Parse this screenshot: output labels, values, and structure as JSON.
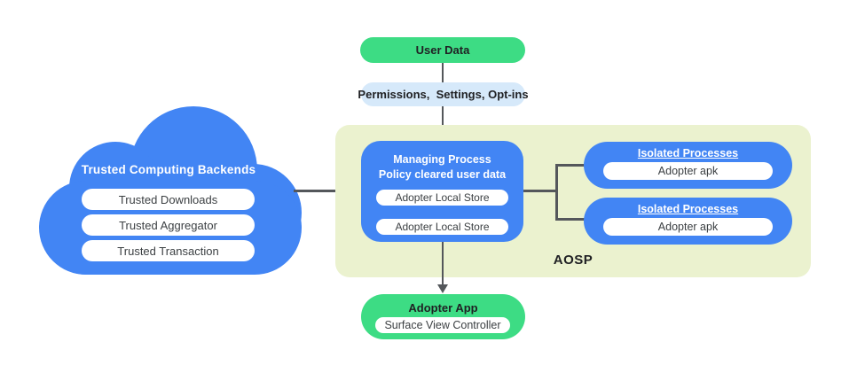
{
  "colors": {
    "blue": "#4285F4",
    "green": "#3DDC84",
    "light-blue": "#D6E9FA",
    "aosp-bg": "#EBF2CF",
    "line": "#54575B",
    "dark-text": "#202124",
    "muted-text": "#3C4043"
  },
  "cloud": {
    "title": "Trusted Computing Backends",
    "items": [
      "Trusted Downloads",
      "Trusted Aggregator",
      "Trusted Transaction"
    ]
  },
  "user_data": {
    "label": "User Data"
  },
  "permissions": {
    "label": "Permissions,  Settings, Opt-ins"
  },
  "aosp": {
    "label": "AOSP"
  },
  "managing": {
    "title1": "Managing Process",
    "title2": "Policy cleared user data",
    "stores": [
      "Adopter Local Store",
      "Adopter Local Store"
    ]
  },
  "isolated": [
    {
      "title": "Isolated Processes",
      "item": "Adopter apk"
    },
    {
      "title": "Isolated Processes",
      "item": "Adopter apk"
    }
  ],
  "adopter_app": {
    "title": "Adopter App",
    "item": "Surface View Controller"
  }
}
